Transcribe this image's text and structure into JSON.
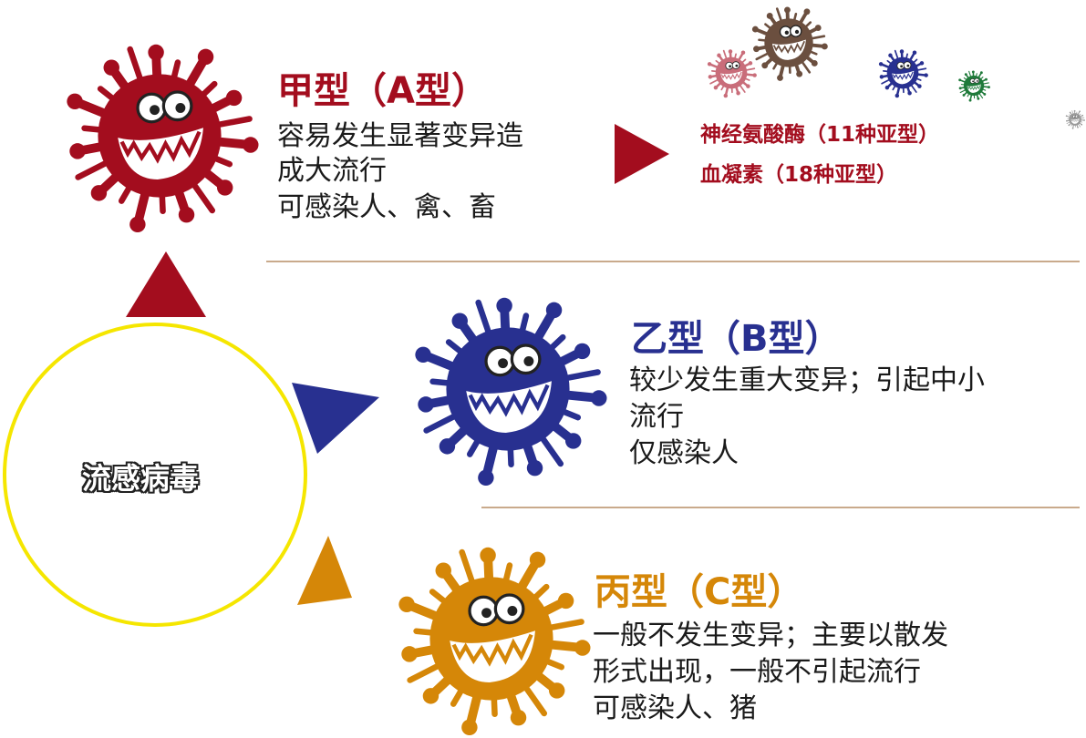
{
  "center": {
    "label": "流感病毒"
  },
  "colors": {
    "type_a": "#a30d1e",
    "type_b": "#283090",
    "type_c": "#d58708",
    "circle": "#f5e600",
    "divider": "#c9aa8c"
  },
  "type_a": {
    "title": "甲型（A型）",
    "lines": [
      "容易发生显著变异造",
      "成大流行",
      "可感染人、禽、畜"
    ],
    "subtypes": [
      "神经氨酸酶（11种亚型）",
      "血凝素（18种亚型）"
    ]
  },
  "type_b": {
    "title": "乙型（B型）",
    "lines": [
      "较少发生重大变异；引起中小",
      "流行",
      "仅感染人"
    ]
  },
  "type_c": {
    "title": "丙型（C型）",
    "lines": [
      "一般不发生变异；主要以散发",
      "形式出现，一般不引起流行",
      "可感染人、猪"
    ]
  },
  "icons": [
    "virus-icon"
  ]
}
